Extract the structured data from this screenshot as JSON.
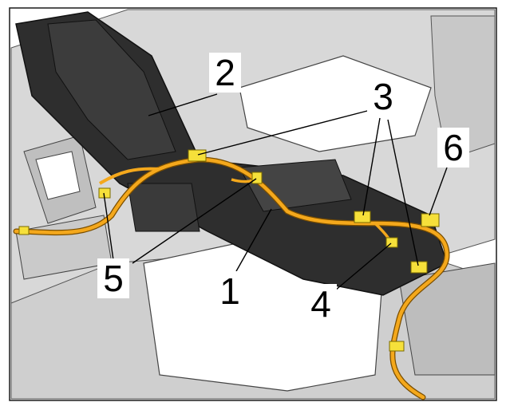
{
  "diagram": {
    "callouts": [
      {
        "id": "1",
        "label": "1"
      },
      {
        "id": "2",
        "label": "2"
      },
      {
        "id": "3",
        "label": "3"
      },
      {
        "id": "4",
        "label": "4"
      },
      {
        "id": "5",
        "label": "5"
      },
      {
        "id": "6",
        "label": "6"
      }
    ]
  },
  "colors": {
    "harness": "#f4a81c",
    "harness_outline": "#7a4e00",
    "connector": "#f6e03a",
    "duct": "#2e2e2e",
    "panel": "#d8d8d8",
    "outline": "#1a1a1a"
  }
}
